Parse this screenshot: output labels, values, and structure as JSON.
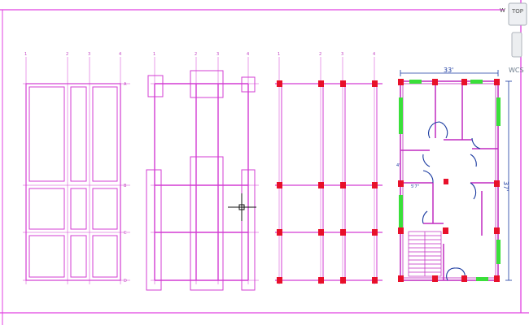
{
  "drawing": {
    "grid_labels_top": [
      "1",
      "2",
      "3",
      "4"
    ],
    "grid_labels_side": [
      "A",
      "B",
      "C",
      "D"
    ],
    "dimension_width": "33'",
    "dimension_height": "37'",
    "room_dim_1": "4'",
    "room_dim_2": "5'7\""
  },
  "viewcube": {
    "compass_w": "W",
    "face_top": "TOP",
    "wcs_label": "WCS"
  }
}
